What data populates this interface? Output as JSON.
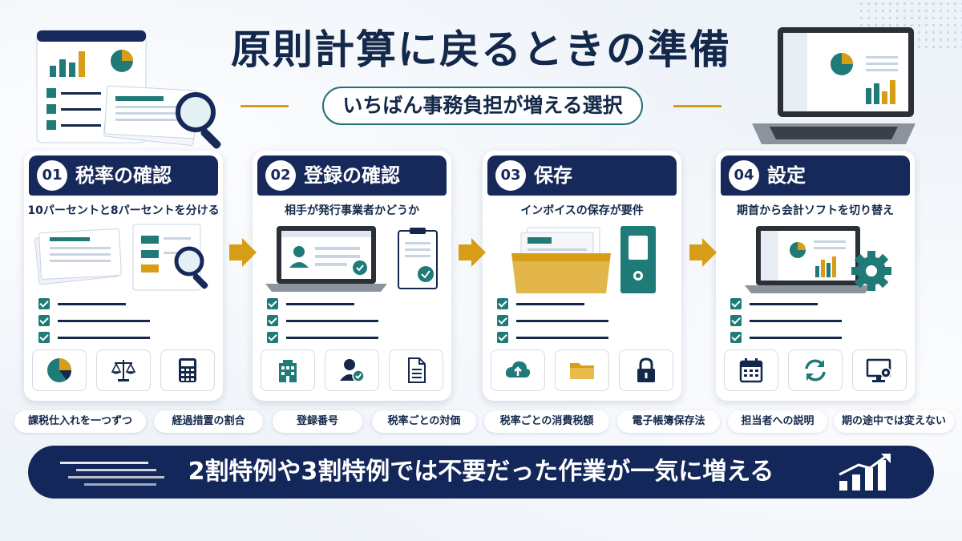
{
  "title": "原則計算に戻るときの準備",
  "subtitle": "いちばん事務負担が増える選択",
  "steps": [
    {
      "num": "01",
      "label": "税率の確認",
      "desc": "10パーセントと8パーセントを分ける",
      "icons": [
        "pie-chart-icon",
        "scale-icon",
        "calculator-icon"
      ]
    },
    {
      "num": "02",
      "label": "登録の確認",
      "desc": "相手が発行事業者かどうか",
      "icons": [
        "building-icon",
        "verified-user-icon",
        "document-icon"
      ]
    },
    {
      "num": "03",
      "label": "保存",
      "desc": "インボイスの保存が要件",
      "icons": [
        "cloud-upload-icon",
        "folder-icon",
        "lock-icon"
      ]
    },
    {
      "num": "04",
      "label": "設定",
      "desc": "期首から会計ソフトを切り替え",
      "icons": [
        "calendar-icon",
        "sync-icon",
        "monitor-settings-icon"
      ]
    }
  ],
  "tags": [
    "課税仕入れを一つずつ",
    "経過措置の割合",
    "登録番号",
    "税率ごとの対価",
    "税率ごとの消費税額",
    "電子帳簿保存法",
    "担当者への説明",
    "期の途中では変えない"
  ],
  "banner": {
    "text": "2割特例や3割特例では不要だった作業が一気に増える"
  },
  "colors": {
    "navy": "#16295a",
    "teal": "#1f7a78",
    "gold": "#d79d16",
    "background": "#eef3f9"
  }
}
